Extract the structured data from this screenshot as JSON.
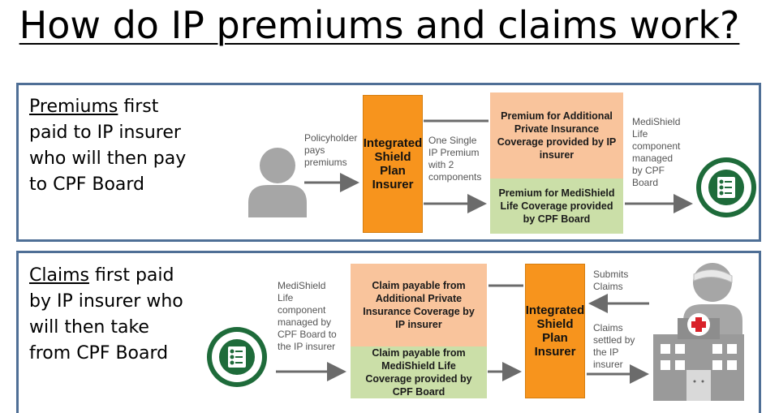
{
  "title": "How do IP premiums and claims work?",
  "premiums": {
    "heading_underlined": "Premiums",
    "heading_rest": " first",
    "text_lines": [
      "paid to IP insurer",
      "who will then pay",
      "to CPF Board"
    ],
    "policyholder_label": [
      "Policyholder",
      "pays",
      "premiums"
    ],
    "insurer_label": [
      "Integrated",
      "Shield",
      "Plan",
      "Insurer"
    ],
    "single_premium_label": [
      "One Single",
      "IP Premium",
      "with 2",
      "components"
    ],
    "private_box": "Premium for Additional Private Insurance Coverage provided by IP insurer",
    "medishield_box": "Premium for MediShield Life Coverage provided by CPF Board",
    "managed_label": [
      "MediShield",
      "Life",
      "component",
      "managed",
      "by CPF",
      "Board"
    ]
  },
  "claims": {
    "heading_underlined": "Claims",
    "heading_rest": " first paid",
    "text_lines": [
      "by IP insurer who",
      "will then take",
      "from CPF Board"
    ],
    "managed_label": [
      "MediShield",
      "Life",
      "component",
      "managed by",
      "CPF Board to",
      "the IP insurer"
    ],
    "private_box": "Claim payable from Additional Private Insurance Coverage by IP insurer",
    "medishield_box": "Claim payable from MediShield Life Coverage provided by CPF Board",
    "insurer_label": [
      "Integrated",
      "Shield",
      "Plan",
      "Insurer"
    ],
    "submits_label": [
      "Submits",
      "Claims"
    ],
    "settled_label": [
      "Claims",
      "settled by",
      "the IP",
      "insurer"
    ]
  },
  "colors": {
    "border": "#4f6f96",
    "insurer": "#f7941d",
    "peach": "#f9c49c",
    "green": "#cbdfa8",
    "cpf_green": "#1e6b3a"
  }
}
